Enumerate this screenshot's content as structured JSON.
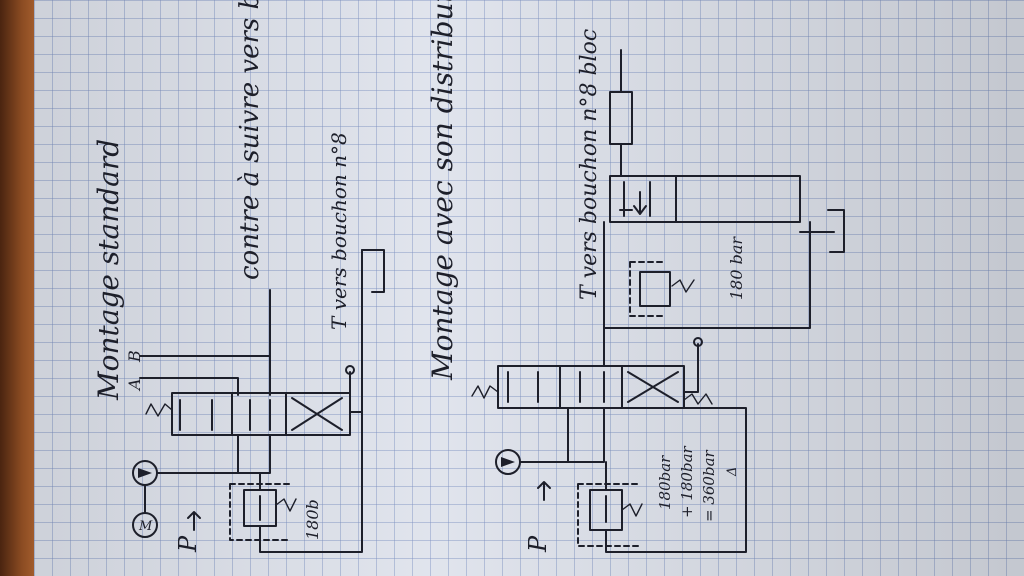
{
  "sheet": {
    "title_standard": "Montage standard",
    "title_distributor": "Montage avec son distributeur",
    "note_top": "contre à suivre vers bloc n°",
    "note_tank_top": "T vers bouchon n°8",
    "note_tank_bottom": "T vers bouchon n°8 bloc",
    "port_A": "A",
    "port_B": "B",
    "pump_label": "M",
    "pressure_label_1": "P",
    "pressure_label_2": "P",
    "relief_1": "180b",
    "relief_2": "180 bar",
    "calc_line_1": "180bar",
    "calc_line_2": "+ 180bar",
    "calc_line_3": "= 360bar",
    "calc_delta": "Δ"
  }
}
